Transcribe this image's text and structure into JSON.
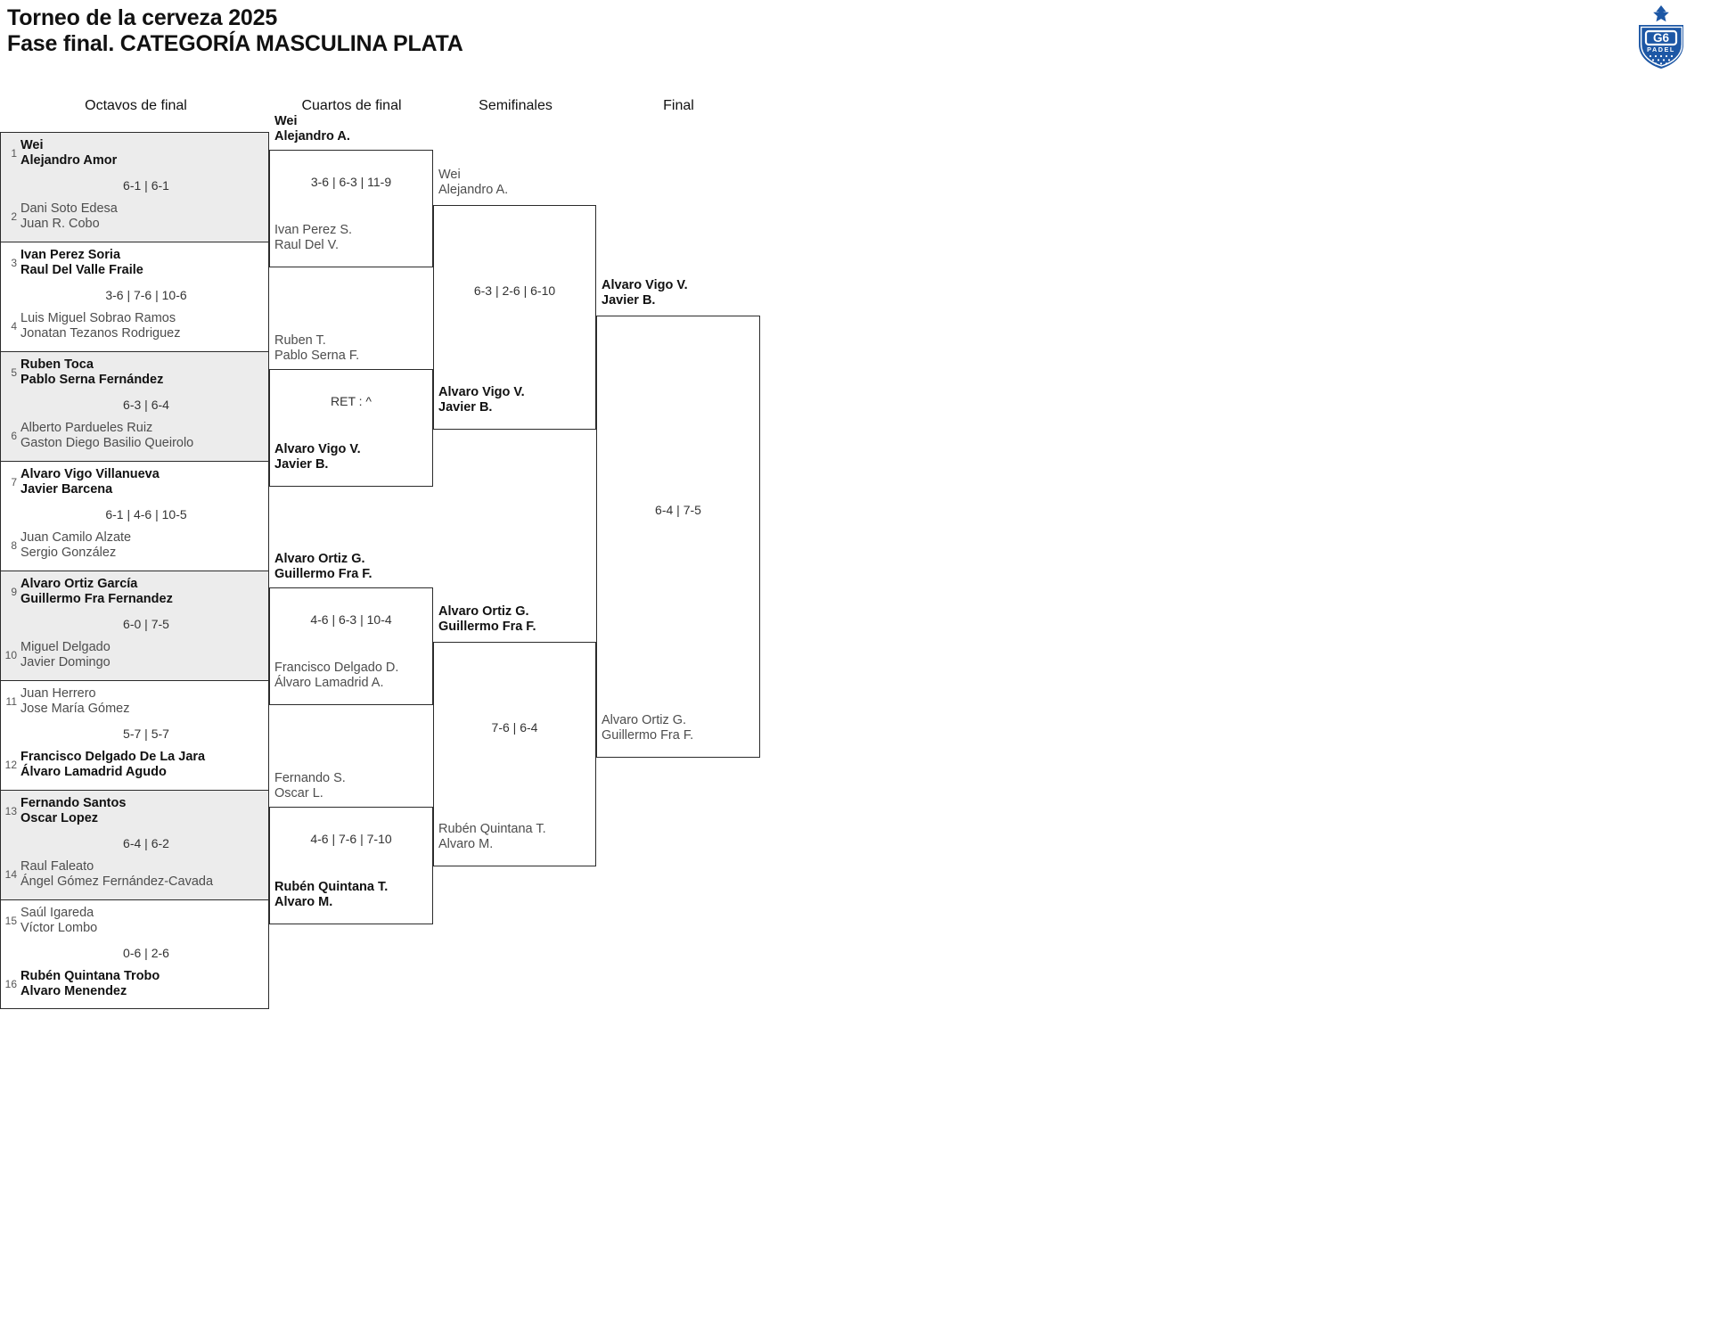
{
  "header": {
    "title_line1": "Torneo de la cerveza 2025",
    "title_line2": "Fase final. CATEGORÍA MASCULINA PLATA"
  },
  "logo": {
    "name": "g6-padel-logo",
    "brand": "G6",
    "sub": "PADEL",
    "color": "#1d57a5"
  },
  "rounds": [
    {
      "id": "octavos",
      "label": "Octavos de final"
    },
    {
      "id": "cuartos",
      "label": "Cuartos de final"
    },
    {
      "id": "semifinales",
      "label": "Semifinales"
    },
    {
      "id": "final",
      "label": "Final"
    }
  ],
  "round1": [
    {
      "shaded": true,
      "score": "6-1 | 6-1",
      "top": {
        "seed": "1",
        "p1": "Wei",
        "p2": "Alejandro Amor",
        "winner": true
      },
      "bottom": {
        "seed": "2",
        "p1": "Dani Soto Edesa",
        "p2": "Juan R. Cobo",
        "winner": false
      }
    },
    {
      "shaded": false,
      "score": "3-6 | 7-6 | 10-6",
      "top": {
        "seed": "3",
        "p1": "Ivan Perez Soria",
        "p2": "Raul Del Valle Fraile",
        "winner": true
      },
      "bottom": {
        "seed": "4",
        "p1": "Luis Miguel Sobrao Ramos",
        "p2": "Jonatan Tezanos Rodriguez",
        "winner": false
      }
    },
    {
      "shaded": true,
      "score": "6-3 | 6-4",
      "top": {
        "seed": "5",
        "p1": "Ruben Toca",
        "p2": "Pablo Serna Fernández",
        "winner": true
      },
      "bottom": {
        "seed": "6",
        "p1": "Alberto Pardueles Ruiz",
        "p2": "Gaston Diego Basilio Queirolo",
        "winner": false
      }
    },
    {
      "shaded": false,
      "score": "6-1 | 4-6 | 10-5",
      "top": {
        "seed": "7",
        "p1": "Alvaro Vigo Villanueva",
        "p2": "Javier Barcena",
        "winner": true
      },
      "bottom": {
        "seed": "8",
        "p1": "Juan Camilo Alzate",
        "p2": "Sergio González",
        "winner": false
      }
    },
    {
      "shaded": true,
      "score": "6-0 | 7-5",
      "top": {
        "seed": "9",
        "p1": "Alvaro Ortiz García",
        "p2": "Guillermo Fra Fernandez",
        "winner": true
      },
      "bottom": {
        "seed": "10",
        "p1": "Miguel Delgado",
        "p2": "Javier Domingo",
        "winner": false
      }
    },
    {
      "shaded": false,
      "score": "5-7 | 5-7",
      "top": {
        "seed": "11",
        "p1": "Juan Herrero",
        "p2": "Jose María Gómez",
        "winner": false
      },
      "bottom": {
        "seed": "12",
        "p1": "Francisco Delgado De La Jara",
        "p2": "Álvaro Lamadrid Agudo",
        "winner": true
      }
    },
    {
      "shaded": true,
      "score": "6-4 | 6-2",
      "top": {
        "seed": "13",
        "p1": "Fernando Santos",
        "p2": "Oscar Lopez",
        "winner": true
      },
      "bottom": {
        "seed": "14",
        "p1": "Raul Faleato",
        "p2": "Ángel Gómez Fernández-Cavada",
        "winner": false
      }
    },
    {
      "shaded": false,
      "score": "0-6 | 2-6",
      "top": {
        "seed": "15",
        "p1": "Saúl Igareda",
        "p2": "Víctor Lombo",
        "winner": false
      },
      "bottom": {
        "seed": "16",
        "p1": "Rubén Quintana Trobo",
        "p2": "Alvaro Menendez",
        "winner": true
      }
    }
  ],
  "round2": [
    {
      "score": "3-6 | 6-3 | 11-9",
      "top": {
        "p1": "Wei",
        "p2": "Alejandro A.",
        "winner": true
      },
      "bottom": {
        "p1": "Ivan Perez S.",
        "p2": "Raul Del V.",
        "winner": false
      }
    },
    {
      "score": "RET : ^",
      "top": {
        "p1": "Ruben T.",
        "p2": "Pablo Serna F.",
        "winner": false
      },
      "bottom": {
        "p1": "Alvaro Vigo V.",
        "p2": "Javier B.",
        "winner": true
      }
    },
    {
      "score": "4-6 | 6-3 | 10-4",
      "top": {
        "p1": "Alvaro Ortiz G.",
        "p2": "Guillermo Fra F.",
        "winner": true
      },
      "bottom": {
        "p1": "Francisco Delgado D.",
        "p2": "Álvaro Lamadrid A.",
        "winner": false
      }
    },
    {
      "score": "4-6 | 7-6 | 7-10",
      "top": {
        "p1": "Fernando S.",
        "p2": "Oscar L.",
        "winner": false
      },
      "bottom": {
        "p1": "Rubén Quintana T.",
        "p2": "Alvaro M.",
        "winner": true
      }
    }
  ],
  "round3": [
    {
      "score": "6-3 | 2-6 | 6-10",
      "top": {
        "p1": "Wei",
        "p2": "Alejandro A.",
        "winner": false
      },
      "bottom": {
        "p1": "Alvaro Vigo V.",
        "p2": "Javier B.",
        "winner": true
      }
    },
    {
      "score": "7-6 | 6-4",
      "top": {
        "p1": "Alvaro Ortiz G.",
        "p2": "Guillermo Fra F.",
        "winner": true
      },
      "bottom": {
        "p1": "Rubén Quintana T.",
        "p2": "Alvaro M.",
        "winner": false
      }
    }
  ],
  "round4": [
    {
      "score": "6-4 | 7-5",
      "top": {
        "p1": "Alvaro Vigo V.",
        "p2": "Javier B.",
        "winner": true
      },
      "bottom": {
        "p1": "Alvaro Ortiz G.",
        "p2": "Guillermo Fra F.",
        "winner": false
      }
    }
  ]
}
